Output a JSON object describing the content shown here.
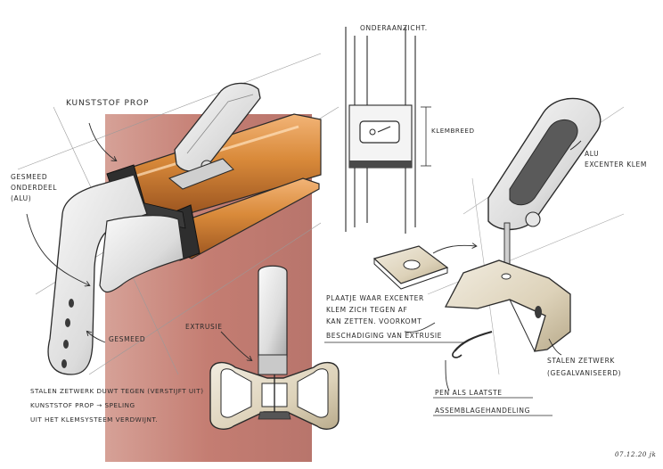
{
  "labels": {
    "plastic_prop": "KUNSTSTOF PROP",
    "forged_lower_1": "GESMEED",
    "forged_lower_2": "ONDERDEEL",
    "forged_lower_3": "(ALU)",
    "forged": "GESMEED",
    "extrusion": "EXTRUSIE",
    "bottom_view": "ONDERAANZICHT.",
    "clamp_width": "KLEMBREED",
    "alu_clamp_1": "ALU",
    "alu_clamp_2": "EXCENTER KLEM",
    "plate_note_1": "PLAATJE WAAR EXCENTER",
    "plate_note_2": "KLEM ZICH TEGEN AF",
    "plate_note_3": "KAN ZETTEN. VOORKOMT",
    "plate_note_4": "BESCHADIGING VAN EXTRUSIE",
    "steel_frame_1": "STALEN ZETWERK",
    "steel_frame_2": "(GEGALVANISEERD)",
    "pin_1": "PEN ALS LAATSTE",
    "pin_2": "ASSEMBLAGEHANDELING",
    "bottom_note_1": "STALEN ZETWERK DUWT TEGEN (VERSTIJFT UIT)",
    "bottom_note_2": "KUNSTSTOF PROP → SPELING",
    "bottom_note_3": "UIT HET KLEMSYSTEEM VERDWIJNT.",
    "signature": "07.12.20 jk"
  },
  "colors": {
    "ink": "#2a2a2a",
    "copper_panel": "#c9867a",
    "copper_tube": "#d08a3c",
    "steel": "#e6e6e6",
    "galvanized": "#d8cdb4"
  }
}
